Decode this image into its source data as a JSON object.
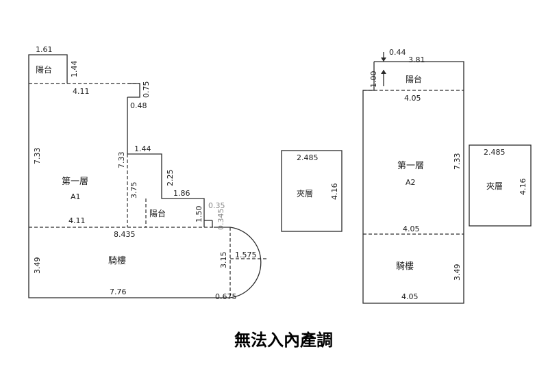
{
  "footer_note": "無法入內產調",
  "unit_a1": {
    "balcony_top_label": "陽台",
    "balcony_top_width": "1.61",
    "balcony_top_depth": "1.44",
    "main_top_width": "4.11",
    "notch_depth": "0.75",
    "notch_width": "0.48",
    "left_height": "7.33",
    "inner_height": "7.33",
    "step_width": "1.44",
    "step_height": "2.25",
    "step_width_2": "1.86",
    "inner_lower_height": "3.75",
    "floor_label": "第一層",
    "unit_label": "A1",
    "balcony_mid_label": "陽台",
    "balcony_mid_depth": "1.50",
    "small_dim_1": "0.35",
    "small_dim_2": "0.345",
    "main_bottom_width": "4.11",
    "arcade_top_width": "8.435",
    "arcade_label": "騎樓",
    "arcade_height": "3.49",
    "arc_height": "3.15",
    "arc_radius": "1.575",
    "arcade_bottom_width": "7.76",
    "arc_offset": "0.675"
  },
  "mezzanine_a1": {
    "label": "夾層",
    "width": "2.485",
    "height": "4.16"
  },
  "unit_a2": {
    "top_offset": "0.44",
    "top_width": "3.81",
    "balcony_depth": "1.00",
    "balcony_label": "陽台",
    "main_top_width": "4.05",
    "floor_label": "第一層",
    "unit_label": "A2",
    "right_height": "7.33",
    "main_bottom_width": "4.05",
    "arcade_label": "騎樓",
    "arcade_height": "3.49",
    "arcade_bottom_width": "4.05"
  },
  "mezzanine_a2": {
    "label": "夾層",
    "width": "2.485",
    "height": "4.16"
  }
}
